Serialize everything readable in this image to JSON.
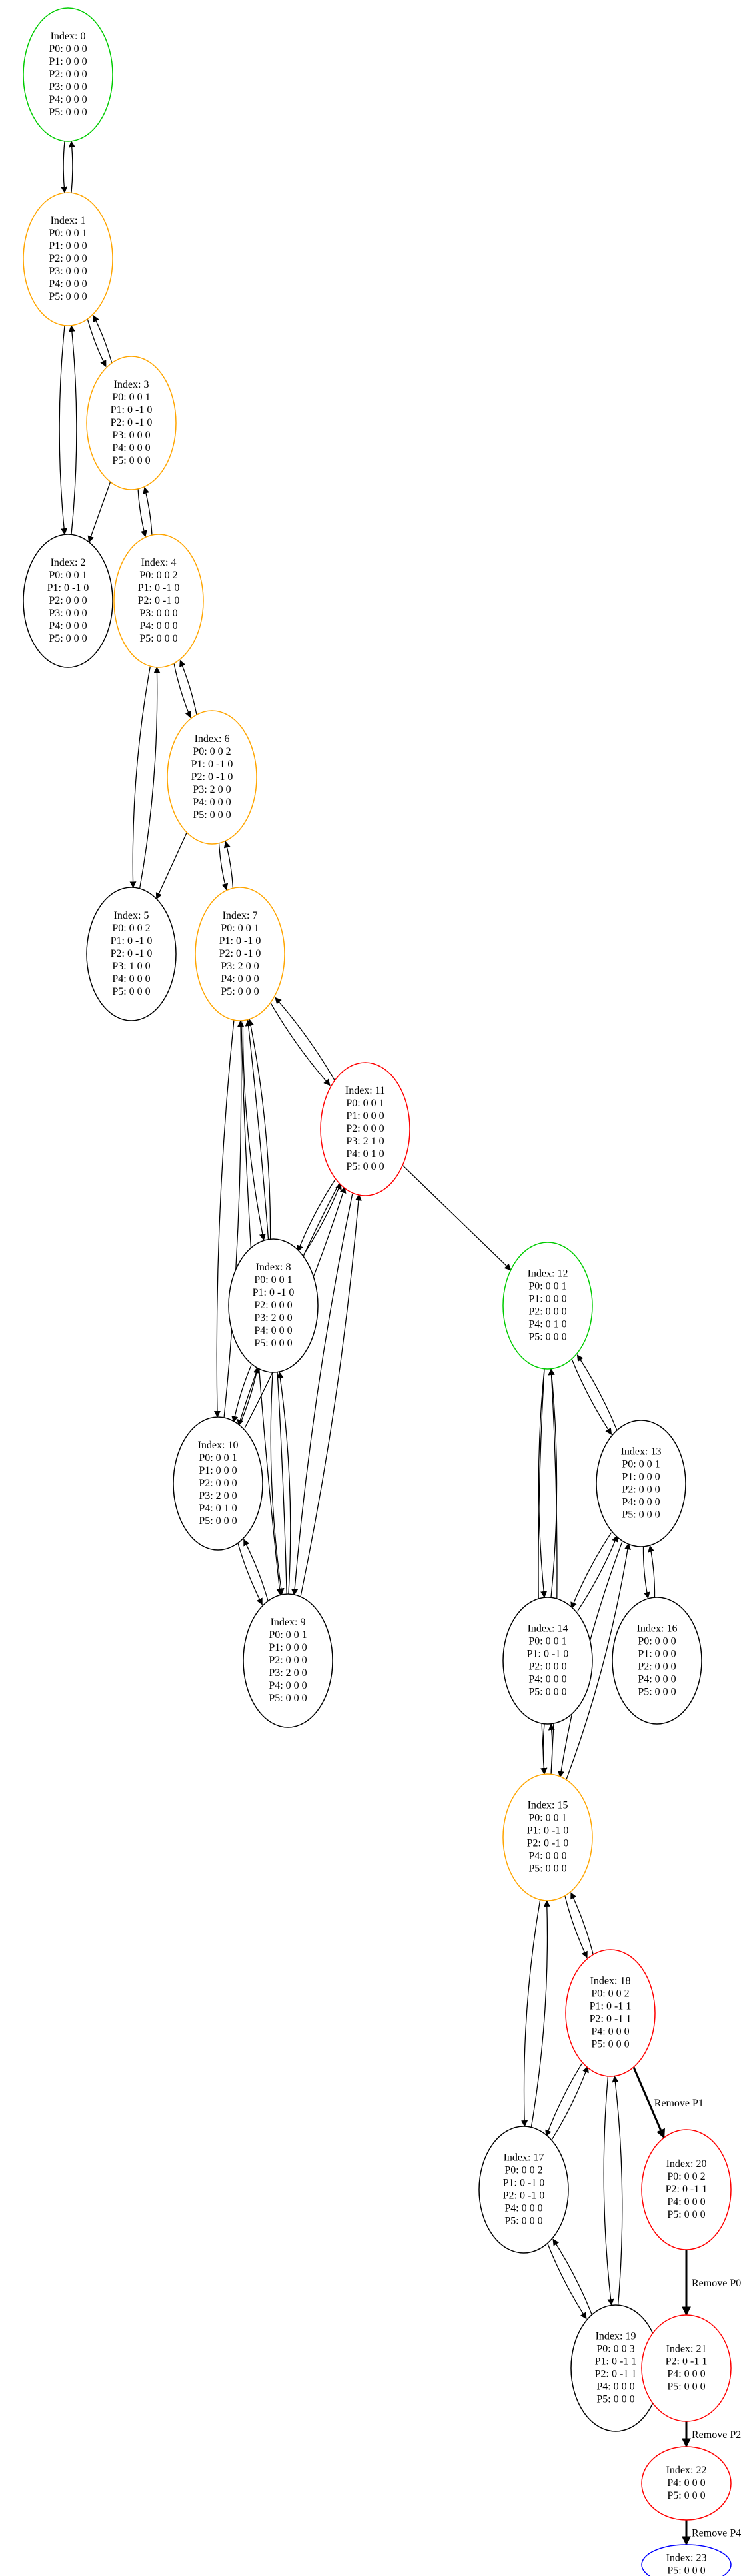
{
  "colors": {
    "green": "#00cc00",
    "orange": "#ffa500",
    "red": "#ff0000",
    "blue": "#0000ff",
    "black": "#000000"
  },
  "nodes": [
    {
      "id": 0,
      "color": "green",
      "lines": [
        "Index: 0",
        "P0: 0 0 0",
        "P1: 0 0 0",
        "P2: 0 0 0",
        "P3: 0 0 0",
        "P4: 0 0 0",
        "P5: 0 0 0"
      ]
    },
    {
      "id": 1,
      "color": "orange",
      "lines": [
        "Index: 1",
        "P0: 0 0 1",
        "P1: 0 0 0",
        "P2: 0 0 0",
        "P3: 0 0 0",
        "P4: 0 0 0",
        "P5: 0 0 0"
      ]
    },
    {
      "id": 3,
      "color": "orange",
      "lines": [
        "Index: 3",
        "P0: 0 0 1",
        "P1: 0 -1 0",
        "P2: 0 -1 0",
        "P3: 0 0 0",
        "P4: 0 0 0",
        "P5: 0 0 0"
      ]
    },
    {
      "id": 2,
      "color": "black",
      "lines": [
        "Index: 2",
        "P0: 0 0 1",
        "P1: 0 -1 0",
        "P2: 0 0 0",
        "P3: 0 0 0",
        "P4: 0 0 0",
        "P5: 0 0 0"
      ]
    },
    {
      "id": 4,
      "color": "orange",
      "lines": [
        "Index: 4",
        "P0: 0 0 2",
        "P1: 0 -1 0",
        "P2: 0 -1 0",
        "P3: 0 0 0",
        "P4: 0 0 0",
        "P5: 0 0 0"
      ]
    },
    {
      "id": 6,
      "color": "orange",
      "lines": [
        "Index: 6",
        "P0: 0 0 2",
        "P1: 0 -1 0",
        "P2: 0 -1 0",
        "P3: 2 0 0",
        "P4: 0 0 0",
        "P5: 0 0 0"
      ]
    },
    {
      "id": 5,
      "color": "black",
      "lines": [
        "Index: 5",
        "P0: 0 0 2",
        "P1: 0 -1 0",
        "P2: 0 -1 0",
        "P3: 1 0 0",
        "P4: 0 0 0",
        "P5: 0 0 0"
      ]
    },
    {
      "id": 7,
      "color": "orange",
      "lines": [
        "Index: 7",
        "P0: 0 0 1",
        "P1: 0 -1 0",
        "P2: 0 -1 0",
        "P3: 2 0 0",
        "P4: 0 0 0",
        "P5: 0 0 0"
      ]
    },
    {
      "id": 11,
      "color": "red",
      "lines": [
        "Index: 11",
        "P0: 0 0 1",
        "P1: 0 0 0",
        "P2: 0 0 0",
        "P3: 2 1 0",
        "P4: 0 1 0",
        "P5: 0 0 0"
      ]
    },
    {
      "id": 8,
      "color": "black",
      "lines": [
        "Index: 8",
        "P0: 0 0 1",
        "P1: 0 -1 0",
        "P2: 0 0 0",
        "P3: 2 0 0",
        "P4: 0 0 0",
        "P5: 0 0 0"
      ]
    },
    {
      "id": 10,
      "color": "black",
      "lines": [
        "Index: 10",
        "P0: 0 0 1",
        "P1: 0 0 0",
        "P2: 0 0 0",
        "P3: 2 0 0",
        "P4: 0 1 0",
        "P5: 0 0 0"
      ]
    },
    {
      "id": 9,
      "color": "black",
      "lines": [
        "Index: 9",
        "P0: 0 0 1",
        "P1: 0 0 0",
        "P2: 0 0 0",
        "P3: 2 0 0",
        "P4: 0 0 0",
        "P5: 0 0 0"
      ]
    },
    {
      "id": 12,
      "color": "green",
      "lines": [
        "Index: 12",
        "P0: 0 0 1",
        "P1: 0 0 0",
        "P2: 0 0 0",
        "P4: 0 1 0",
        "P5: 0 0 0"
      ]
    },
    {
      "id": 13,
      "color": "black",
      "lines": [
        "Index: 13",
        "P0: 0 0 1",
        "P1: 0 0 0",
        "P2: 0 0 0",
        "P4: 0 0 0",
        "P5: 0 0 0"
      ]
    },
    {
      "id": 14,
      "color": "black",
      "lines": [
        "Index: 14",
        "P0: 0 0 1",
        "P1: 0 -1 0",
        "P2: 0 0 0",
        "P4: 0 0 0",
        "P5: 0 0 0"
      ]
    },
    {
      "id": 16,
      "color": "black",
      "lines": [
        "Index: 16",
        "P0: 0 0 0",
        "P1: 0 0 0",
        "P2: 0 0 0",
        "P4: 0 0 0",
        "P5: 0 0 0"
      ]
    },
    {
      "id": 15,
      "color": "orange",
      "lines": [
        "Index: 15",
        "P0: 0 0 1",
        "P1: 0 -1 0",
        "P2: 0 -1 0",
        "P4: 0 0 0",
        "P5: 0 0 0"
      ]
    },
    {
      "id": 18,
      "color": "red",
      "lines": [
        "Index: 18",
        "P0: 0 0 2",
        "P1: 0 -1 1",
        "P2: 0 -1 1",
        "P4: 0 0 0",
        "P5: 0 0 0"
      ]
    },
    {
      "id": 17,
      "color": "black",
      "lines": [
        "Index: 17",
        "P0: 0 0 2",
        "P1: 0 -1 0",
        "P2: 0 -1 0",
        "P4: 0 0 0",
        "P5: 0 0 0"
      ]
    },
    {
      "id": 20,
      "color": "red",
      "lines": [
        "Index: 20",
        "P0: 0 0 2",
        "P2: 0 -1 1",
        "P4: 0 0 0",
        "P5: 0 0 0"
      ]
    },
    {
      "id": 19,
      "color": "black",
      "lines": [
        "Index: 19",
        "P0: 0 0 3",
        "P1: 0 -1 1",
        "P2: 0 -1 1",
        "P4: 0 0 0",
        "P5: 0 0 0"
      ]
    },
    {
      "id": 21,
      "color": "red",
      "lines": [
        "Index: 21",
        "P2: 0 -1 1",
        "P4: 0 0 0",
        "P5: 0 0 0"
      ]
    },
    {
      "id": 22,
      "color": "red",
      "lines": [
        "Index: 22",
        "P4: 0 0 0",
        "P5: 0 0 0"
      ]
    },
    {
      "id": 23,
      "color": "blue",
      "lines": [
        "Index: 23",
        "P5: 0 0 0"
      ]
    }
  ],
  "edges": [
    {
      "from": 0,
      "to": 1
    },
    {
      "from": 1,
      "to": 0
    },
    {
      "from": 1,
      "to": 2
    },
    {
      "from": 2,
      "to": 1
    },
    {
      "from": 1,
      "to": 3
    },
    {
      "from": 3,
      "to": 1
    },
    {
      "from": 3,
      "to": 2
    },
    {
      "from": 3,
      "to": 4
    },
    {
      "from": 4,
      "to": 3
    },
    {
      "from": 4,
      "to": 5
    },
    {
      "from": 5,
      "to": 4
    },
    {
      "from": 4,
      "to": 6
    },
    {
      "from": 6,
      "to": 4
    },
    {
      "from": 6,
      "to": 5
    },
    {
      "from": 6,
      "to": 7
    },
    {
      "from": 7,
      "to": 6
    },
    {
      "from": 7,
      "to": 8
    },
    {
      "from": 8,
      "to": 7
    },
    {
      "from": 7,
      "to": 10
    },
    {
      "from": 10,
      "to": 7
    },
    {
      "from": 7,
      "to": 9
    },
    {
      "from": 9,
      "to": 7
    },
    {
      "from": 7,
      "to": 11
    },
    {
      "from": 11,
      "to": 7
    },
    {
      "from": 11,
      "to": 8
    },
    {
      "from": 8,
      "to": 11
    },
    {
      "from": 11,
      "to": 10
    },
    {
      "from": 10,
      "to": 11
    },
    {
      "from": 11,
      "to": 9
    },
    {
      "from": 9,
      "to": 11
    },
    {
      "from": 11,
      "to": 12
    },
    {
      "from": 8,
      "to": 10
    },
    {
      "from": 10,
      "to": 8
    },
    {
      "from": 8,
      "to": 9
    },
    {
      "from": 9,
      "to": 8
    },
    {
      "from": 10,
      "to": 9
    },
    {
      "from": 9,
      "to": 10
    },
    {
      "from": 12,
      "to": 13
    },
    {
      "from": 13,
      "to": 12
    },
    {
      "from": 12,
      "to": 14
    },
    {
      "from": 14,
      "to": 12
    },
    {
      "from": 12,
      "to": 15
    },
    {
      "from": 15,
      "to": 12
    },
    {
      "from": 13,
      "to": 14
    },
    {
      "from": 14,
      "to": 13
    },
    {
      "from": 13,
      "to": 16
    },
    {
      "from": 16,
      "to": 13
    },
    {
      "from": 13,
      "to": 15
    },
    {
      "from": 15,
      "to": 13
    },
    {
      "from": 14,
      "to": 15
    },
    {
      "from": 15,
      "to": 14
    },
    {
      "from": 15,
      "to": 18
    },
    {
      "from": 18,
      "to": 15
    },
    {
      "from": 15,
      "to": 17
    },
    {
      "from": 17,
      "to": 15
    },
    {
      "from": 18,
      "to": 17
    },
    {
      "from": 17,
      "to": 18
    },
    {
      "from": 18,
      "to": 19
    },
    {
      "from": 19,
      "to": 18
    },
    {
      "from": 17,
      "to": 19
    },
    {
      "from": 19,
      "to": 17
    },
    {
      "from": 18,
      "to": 20,
      "label": "Remove P1",
      "bold": true
    },
    {
      "from": 20,
      "to": 21,
      "label": "Remove P0",
      "bold": true
    },
    {
      "from": 21,
      "to": 22,
      "label": "Remove P2",
      "bold": true
    },
    {
      "from": 22,
      "to": 23,
      "label": "Remove P4",
      "bold": true
    }
  ]
}
